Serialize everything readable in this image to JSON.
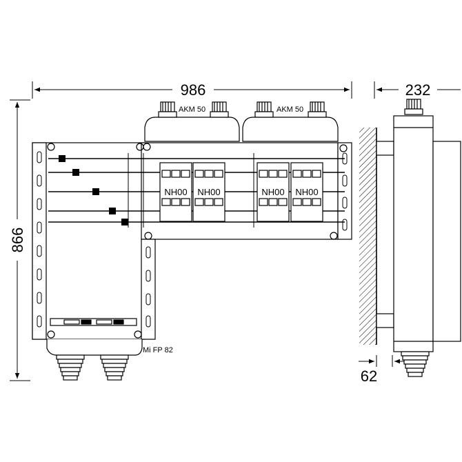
{
  "dimensions": {
    "width": "986",
    "depth": "232",
    "height": "866",
    "wall_offset": "62"
  },
  "labels": {
    "cable_gland_left": "AKM 50",
    "cable_gland_right": "AKM 50",
    "lower_box": "Mi FP 82"
  },
  "fuse_bases": [
    "NH00",
    "NH00",
    "NH00",
    "NH00"
  ]
}
